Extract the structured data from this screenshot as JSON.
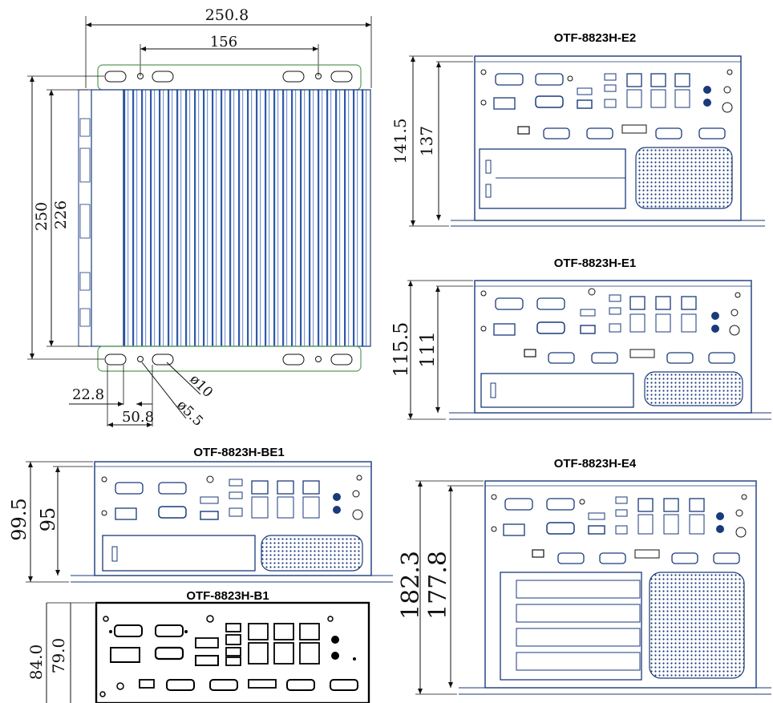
{
  "top_view": {
    "width_overall": "250.8",
    "width_inner": "156",
    "height_overall": "250",
    "height_inner": "226",
    "hole_offset": "22.8",
    "hole_pitch": "50.8",
    "slot_dia": "ø10",
    "hole_dia": "ø5.5"
  },
  "models": [
    {
      "title": "OTF-8823H-E2",
      "dim_outer": "141.5",
      "dim_inner": "137"
    },
    {
      "title": "OTF-8823H-E1",
      "dim_outer": "115.5",
      "dim_inner": "111"
    },
    {
      "title": "OTF-8823H-BE1",
      "dim_outer": "99.5",
      "dim_inner": "95"
    },
    {
      "title": "OTF-8823H-E4",
      "dim_outer": "182.3",
      "dim_inner": "177.8"
    },
    {
      "title": "OTF-8823H-B1",
      "dim_outer": "84.0",
      "dim_inner": "79.0"
    }
  ],
  "colors": {
    "outline": "#1a3a7a",
    "fin": "#5b7fc4",
    "bracket": "#5a9a5a",
    "dim_line": "#111111"
  }
}
